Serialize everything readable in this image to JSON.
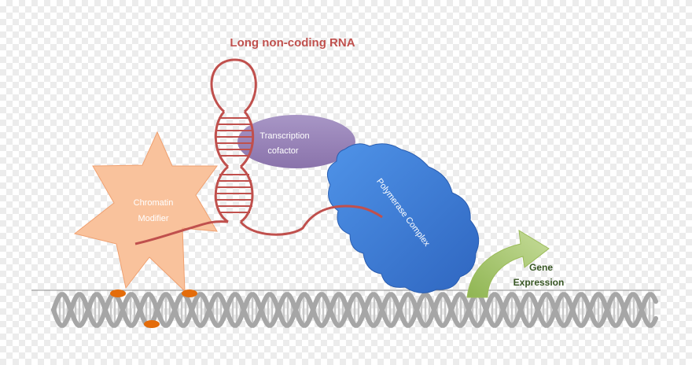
{
  "title": "Long non-coding RNA",
  "labels": {
    "transcription_cofactor_line1": "Transcription",
    "transcription_cofactor_line2": "cofactor",
    "chromatin_modifier_line1": "Chromatin",
    "chromatin_modifier_line2": "Modifier",
    "polymerase_complex": "Polymerase Complex",
    "gene_expression_line1": "Gene",
    "gene_expression_line2": "Expression"
  },
  "colors": {
    "rna": "#c0504d",
    "cofactor": "#9b85b8",
    "chromatin_modifier": "#f9c29c",
    "polymerase": "#4a86d8",
    "gene_arrow": "#9bbb59",
    "dna": "#a6a6a6",
    "binding_site": "#e46c0a"
  }
}
